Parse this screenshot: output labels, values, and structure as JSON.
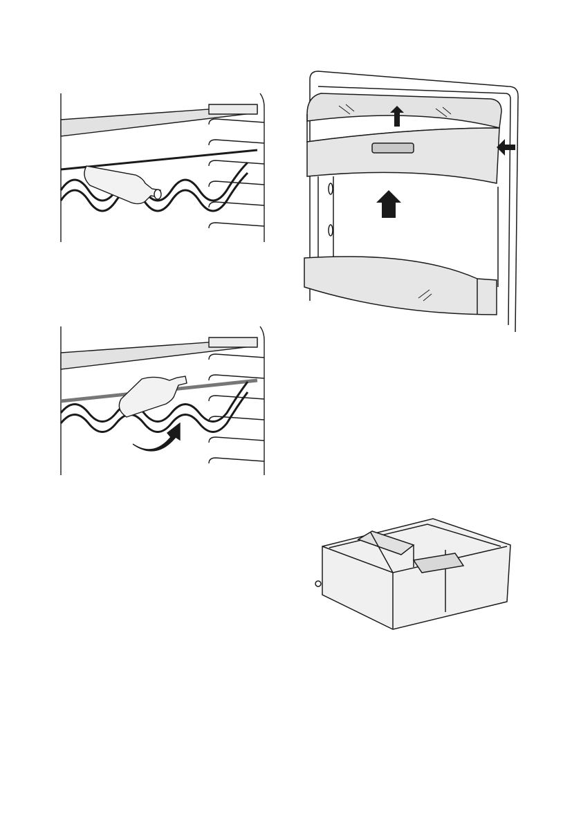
{
  "page": {
    "background": "#ffffff"
  },
  "figures": [
    {
      "id": "bottle-rack-flat",
      "icon": "wine-bottle-rack-illustration"
    },
    {
      "id": "bottle-rack-tilted",
      "icon": "wine-bottle-rack-illustration",
      "arrow": "curved-arrow-icon"
    },
    {
      "id": "door-shelves",
      "icon": "fridge-door-balcony-illustration",
      "arrows": [
        "arrow-up-icon",
        "arrow-up-icon",
        "arrow-left-icon"
      ]
    },
    {
      "id": "drawer",
      "icon": "crisper-drawer-illustration"
    }
  ],
  "colors": {
    "line": "#1a1a1a",
    "panel_fill": "#e6e6e6",
    "glass_fill": "#dcdcdc",
    "arrow_fill": "#1a1a1a"
  }
}
